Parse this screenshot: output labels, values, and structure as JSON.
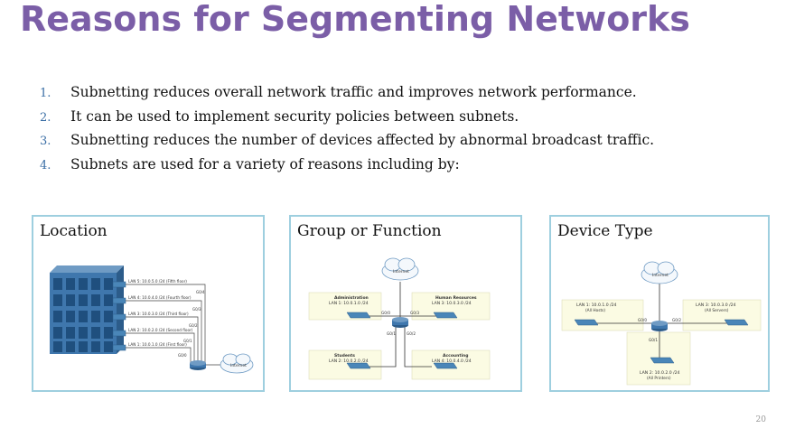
{
  "slide": {
    "title": "Reasons for Segmenting Networks",
    "page_number": "20"
  },
  "reasons": [
    {
      "num": "1.",
      "text": "Subnetting reduces overall network traffic and improves network performance."
    },
    {
      "num": "2.",
      "text": "It can be used to implement security policies between subnets."
    },
    {
      "num": "3.",
      "text": "Subnetting reduces the number of devices affected by abnormal broadcast traffic."
    },
    {
      "num": "4.",
      "text": "Subnets are used for a variety of reasons including by:"
    }
  ],
  "panels": {
    "location": {
      "title": "Location",
      "internet": "Internet",
      "lans": [
        "LAN 5: 10.0.5.0 /24 (Fifth floor)",
        "LAN 4: 10.0.4.0 /24 (Fourth floor)",
        "LAN 3: 10.0.3.0 /24 (Third floor)",
        "LAN 2: 10.0.2.0 /24 (Second floor)",
        "LAN 1: 10.0.1.0 /24 (First floor)"
      ],
      "ports": [
        "G0/4",
        "G0/3",
        "G0/2",
        "G0/1",
        "G0/0"
      ]
    },
    "group": {
      "title": "Group or Function",
      "internet": "Internet",
      "admin_name": "Administration",
      "admin_lan": "LAN 1: 10.0.1.0 /24",
      "hr_name": "Human Resources",
      "hr_lan": "LAN 3: 10.0.3.0 /24",
      "students_name": "Students",
      "students_lan": "LAN 2: 10.0.2.0 /24",
      "accounting_name": "Accounting",
      "accounting_lan": "LAN 4: 10.0.4.0 /24",
      "ports": [
        "G0/0",
        "G0/3",
        "G0/1",
        "G0/2"
      ]
    },
    "device": {
      "title": "Device Type",
      "internet": "Internet",
      "hosts_lan": "LAN 1: 10.0.1.0 /24",
      "hosts_note": "(All Hosts)",
      "servers_lan": "LAN 3: 10.0.3.0 /24",
      "servers_note": "(All Servers)",
      "printers_lan": "LAN 2: 10.0.2.0 /24",
      "printers_note": "(All Printers)",
      "ports": [
        "G0/0",
        "G0/2",
        "G0/1"
      ]
    }
  }
}
